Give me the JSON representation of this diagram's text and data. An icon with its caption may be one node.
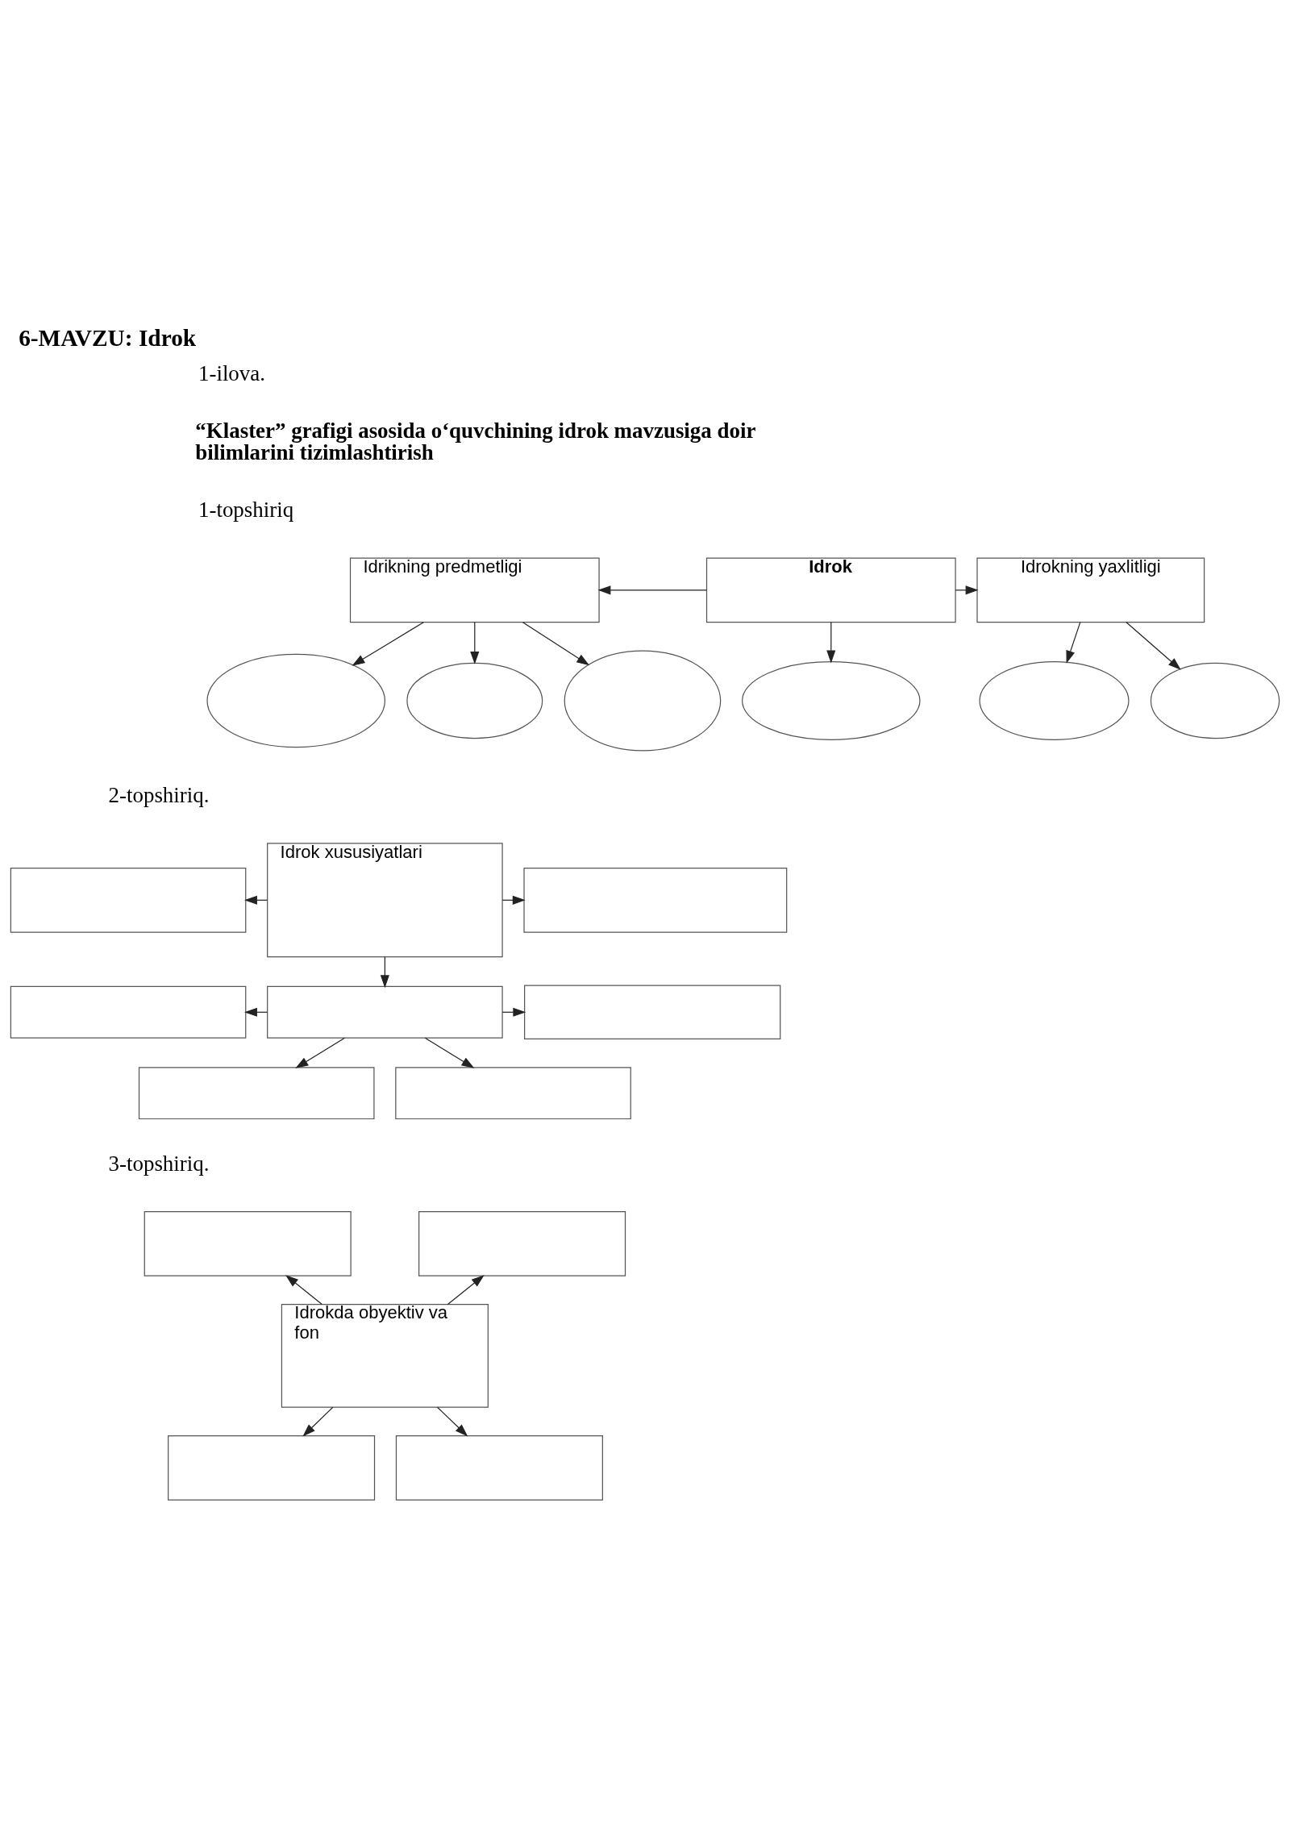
{
  "diagram": {
    "title": "6-MAVZU: Idrok",
    "nodes": [
      {
        "text": [
          "Idrikning predmetligi"
        ]
      },
      {
        "text": [
          "Idrok"
        ]
      },
      {
        "text": [
          "Idrokning yaxlitligi"
        ]
      },
      {
        "text": [],
        "shape": "ellipse"
      },
      {
        "text": [],
        "shape": "ellipse"
      },
      {
        "text": [],
        "shape": "ellipse"
      },
      {
        "text": [],
        "shape": "ellipse"
      },
      {
        "text": [],
        "shape": "ellipse"
      },
      {
        "text": [],
        "shape": "ellipse"
      },
      {
        "text": [],
        "shape": "box"
      },
      {
        "text": [
          "Idrok xususiyatlari"
        ]
      },
      {
        "text": [],
        "shape": "box"
      },
      {
        "text": [],
        "shape": "box"
      },
      {
        "text": [],
        "shape": "box"
      },
      {
        "text": [],
        "shape": "box"
      },
      {
        "text": [],
        "shape": "box"
      },
      {
        "text": [],
        "shape": "box"
      },
      {
        "text": [],
        "shape": "box"
      },
      {
        "text": [
          "Idrokda obyektiv va fon"
        ]
      },
      {
        "text": [],
        "shape": "box"
      },
      {
        "text": [],
        "shape": "box"
      },
      {
        "text": [],
        "shape": "box"
      }
    ],
    "edges": [
      {
        "from": 1,
        "to": 0,
        "arrow": "to"
      },
      {
        "from": 1,
        "to": 2,
        "arrow": "to"
      },
      {
        "from": 1,
        "to": 6,
        "arrow": "to"
      },
      {
        "from": 0,
        "to": 3,
        "arrow": "to"
      },
      {
        "from": 0,
        "to": 4,
        "arrow": "to"
      },
      {
        "from": 0,
        "to": 5,
        "arrow": "to"
      },
      {
        "from": 2,
        "to": 7,
        "arrow": "to"
      },
      {
        "from": 2,
        "to": 8,
        "arrow": "to"
      },
      {
        "from": 10,
        "to": 9,
        "arrow": "to"
      },
      {
        "from": 10,
        "to": 11,
        "arrow": "to"
      },
      {
        "from": 10,
        "to": 14,
        "arrow": "to"
      },
      {
        "from": 14,
        "to": 12,
        "arrow": "to"
      },
      {
        "from": 14,
        "to": 13,
        "arrow": "to"
      },
      {
        "from": 14,
        "to": 15,
        "arrow": "to"
      },
      {
        "from": 14,
        "to": 16,
        "arrow": "to"
      },
      {
        "from": 18,
        "to": 17,
        "arrow": "to"
      },
      {
        "from": 18,
        "to": 20,
        "arrow": "to"
      },
      {
        "from": 18,
        "to": 19,
        "arrow": "to"
      },
      {
        "from": 18,
        "to": 21,
        "arrow": "to"
      }
    ],
    "labels": [
      "1-ilova.",
      "“Klaster” grafigi asosida o‘quvchining idrok mavzusiga doir bilimlarini tizimlashtirish",
      "1-topshiriq",
      "2-topshiriq.",
      "3-topshiriq."
    ]
  }
}
